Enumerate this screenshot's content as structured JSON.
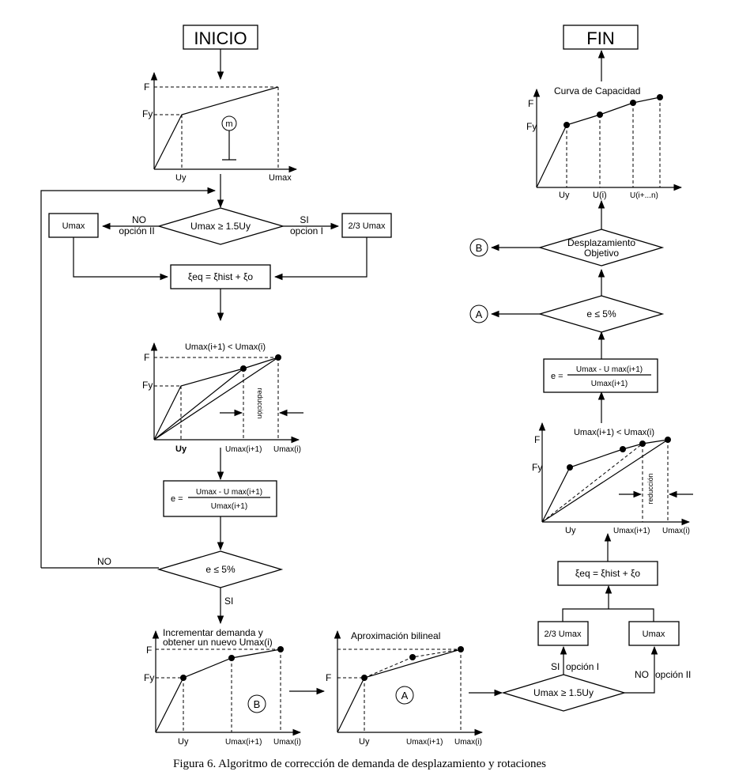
{
  "start": {
    "label": "INICIO"
  },
  "end": {
    "label": "FIN"
  },
  "caption": "Figura 6. Algoritmo de corrección de demanda de desplazamiento y rotaciones",
  "left_column": {
    "chart_initial": {
      "y_labels": [
        "F",
        "Fy"
      ],
      "x_labels": [
        "Uy",
        "Umax"
      ],
      "mass_label": "m"
    },
    "decision_1": {
      "condition": "Umax ≥ 1.5Uy",
      "no_label": "NO",
      "no_option": "opción II",
      "yes_label": "SI",
      "yes_option": "opcion I"
    },
    "box_no": "Umax",
    "box_yes": "2/3 Umax",
    "damping_box": "ξeq = ξhist + ξo",
    "chart_reduction": {
      "title": "Umax(i+1) < Umax(i)",
      "y_labels": [
        "F",
        "Fy"
      ],
      "x_labels": [
        "Uy",
        "Umax(i+1)",
        "Umax(i)"
      ],
      "annotation": "reducción"
    },
    "error_box": {
      "lhs": "e =",
      "numerator": "Umax - U max(i+1)",
      "denominator": "Umax(i+1)"
    },
    "decision_2": {
      "condition": "e ≤ 5%",
      "no_label": "NO",
      "yes_label": "SI"
    }
  },
  "bottom_row": {
    "chart_increment": {
      "title_line1": "Incrementar demanda y",
      "title_line2": "obtener un nuevo Umax(i)",
      "y_labels": [
        "F",
        "Fy"
      ],
      "x_labels": [
        "Uy",
        "Umax(i+1)",
        "Umax(i)"
      ],
      "connector": "B"
    },
    "chart_bilinear": {
      "title": "Aproximación bilineal",
      "y_labels": [
        "F"
      ],
      "x_labels": [
        "Uy",
        "Umax(i+1)",
        "Umax(i)"
      ],
      "connector": "A"
    },
    "decision_3": {
      "condition": "Umax ≥ 1.5Uy",
      "yes_label": "SI",
      "yes_option": "opción I",
      "no_label": "NO",
      "no_option": "opción II"
    }
  },
  "right_column": {
    "box_yes": "2/3 Umax",
    "box_no": "Umax",
    "damping_box": "ξeq = ξhist + ξo",
    "chart_reduction": {
      "title": "Umax(i+1) < Umax(i)",
      "y_labels": [
        "F",
        "Fy"
      ],
      "x_labels": [
        "Uy",
        "Umax(i+1)",
        "Umax(i)"
      ],
      "annotation": "reducción"
    },
    "error_box": {
      "lhs": "e =",
      "numerator": "Umax - U max(i+1)",
      "denominator": "Umax(i+1)"
    },
    "decision_error": {
      "condition": "e ≤ 5%",
      "connector": "A"
    },
    "decision_target": {
      "line1": "Desplazamiento",
      "line2": "Objetivo",
      "connector": "B"
    },
    "chart_capacity": {
      "title": "Curva de Capacidad",
      "y_labels": [
        "F",
        "Fy"
      ],
      "x_labels": [
        "Uy",
        "U(i)",
        "U(i+...n)"
      ]
    }
  }
}
